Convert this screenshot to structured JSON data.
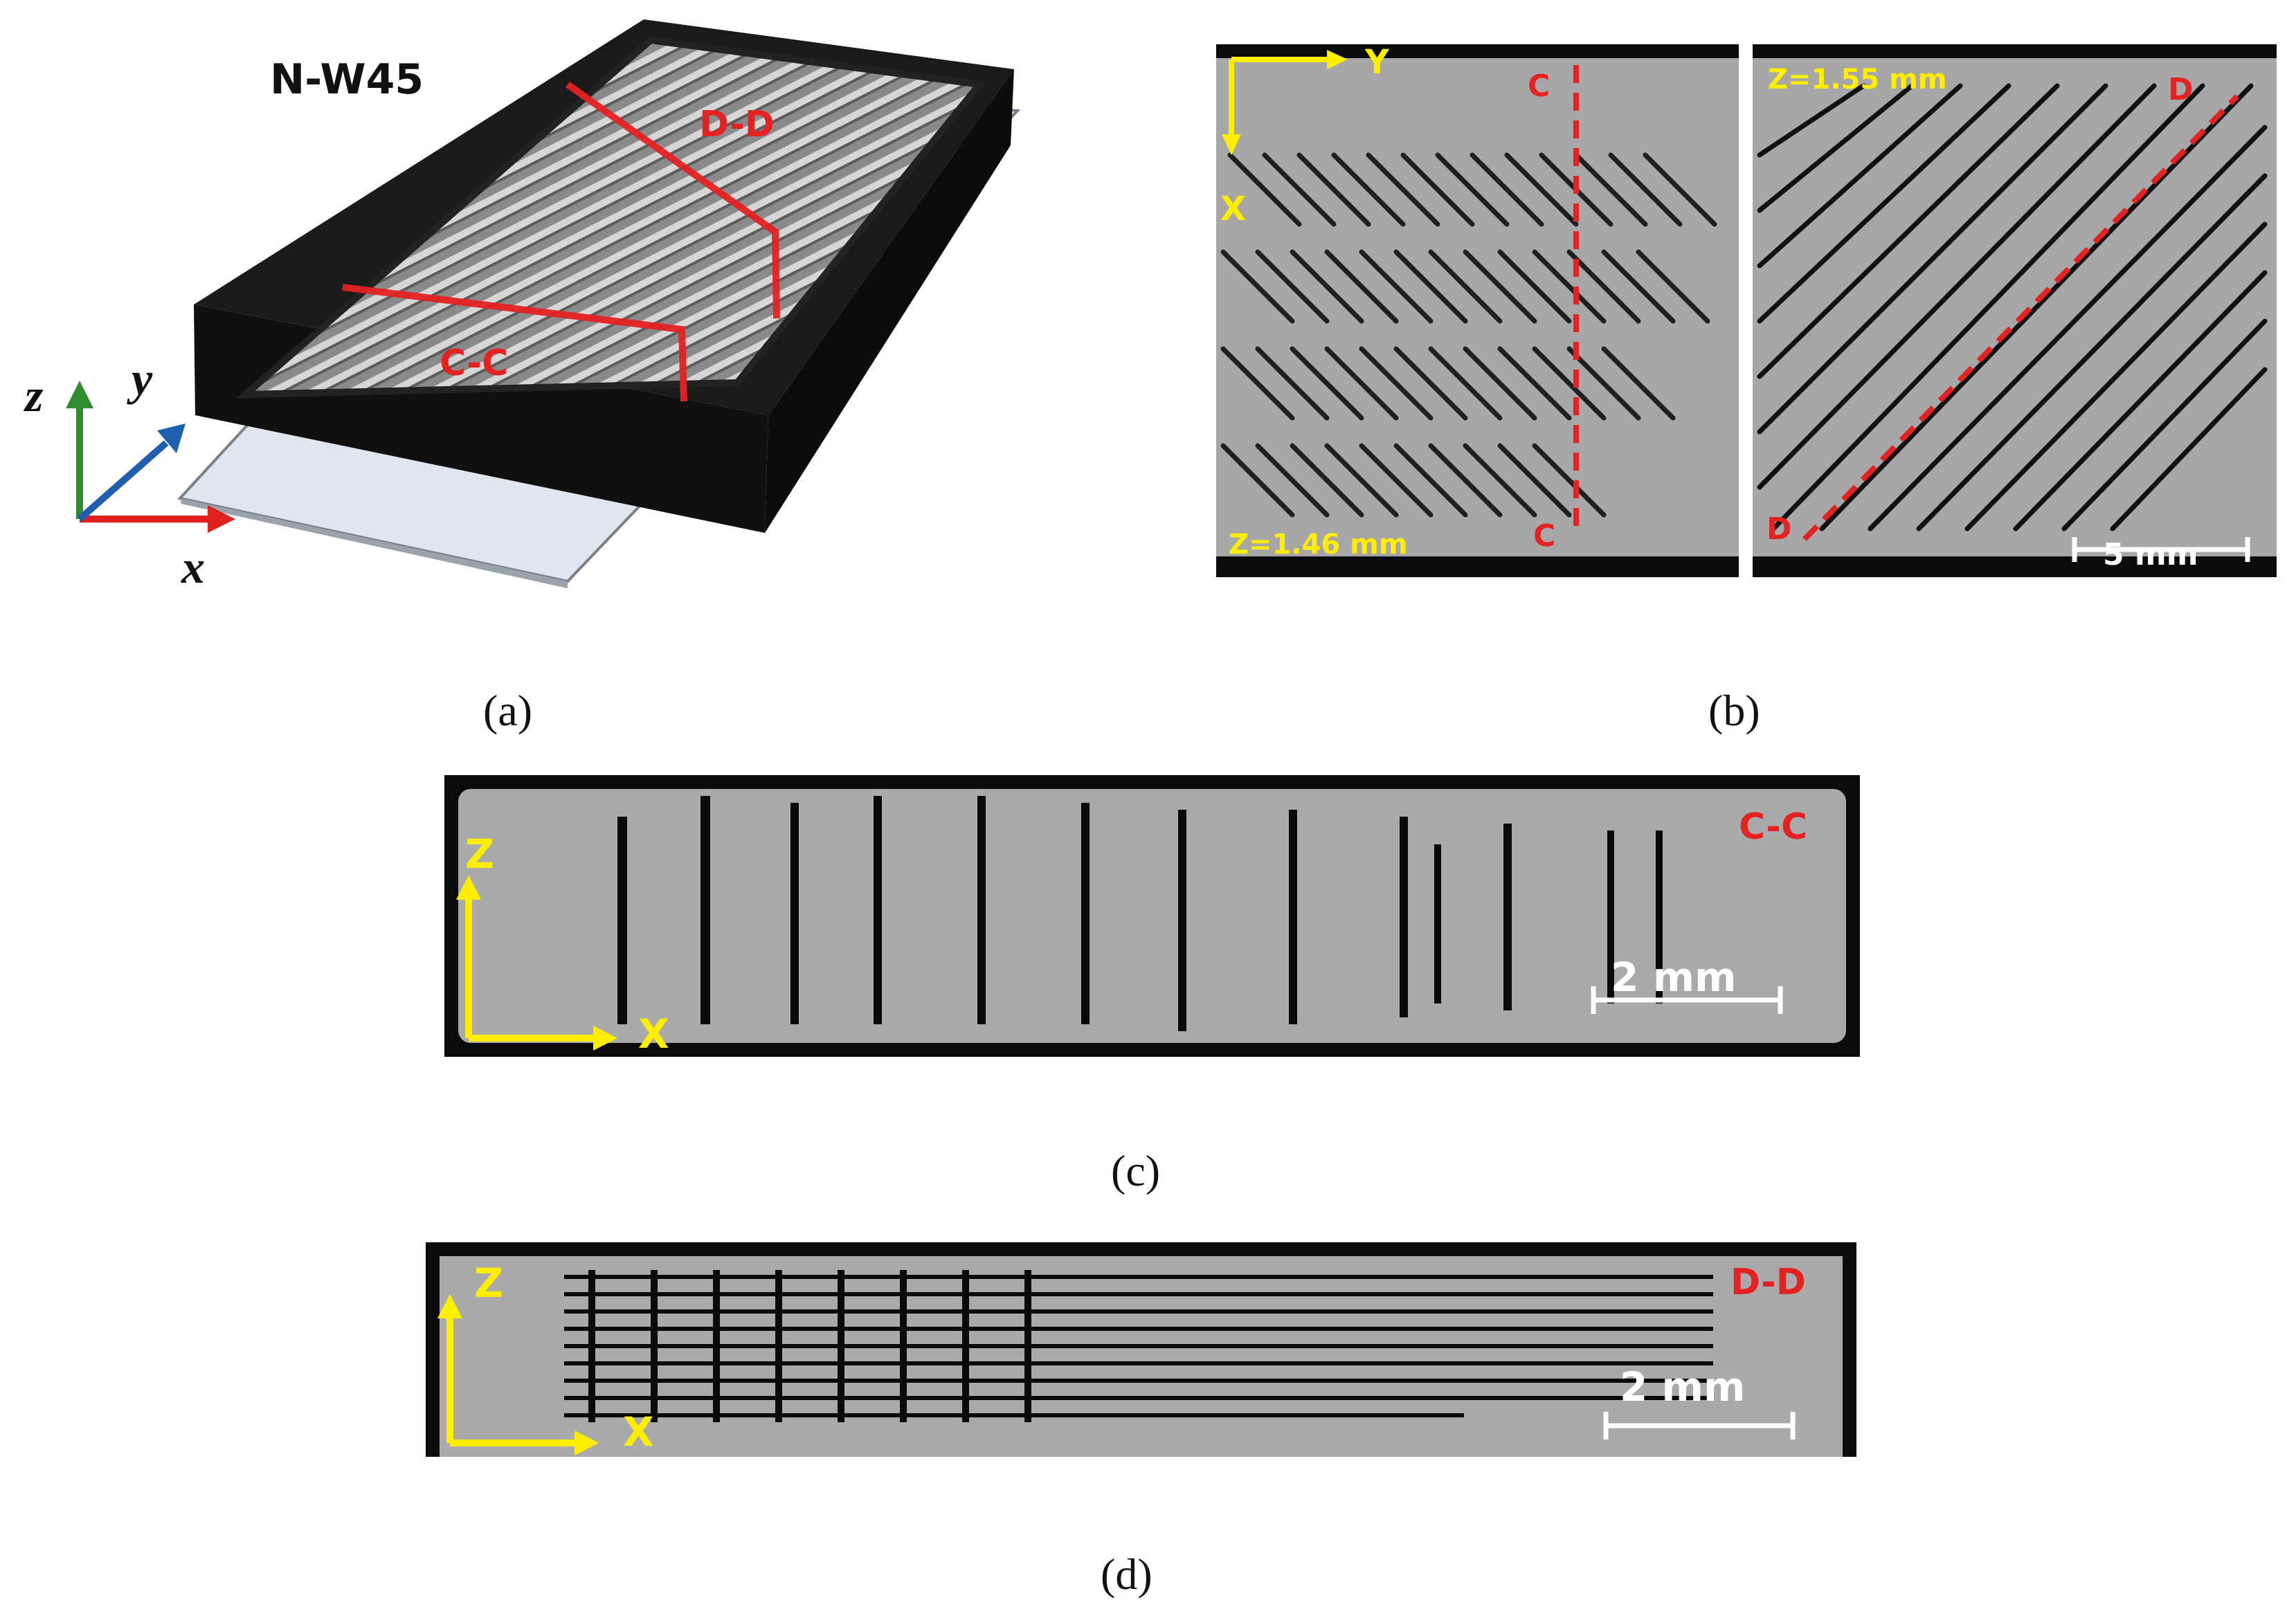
{
  "panel_a": {
    "sample_label": "N-W45",
    "section_cc": "C-C",
    "section_dd": "D-D",
    "axis_x": "x",
    "axis_y": "y",
    "axis_z": "z"
  },
  "panel_b": {
    "left": {
      "axis_x": "X",
      "axis_y": "Y",
      "z_level": "Z=1.46 mm",
      "cut_top": "C",
      "cut_bottom": "C"
    },
    "right": {
      "z_level": "Z=1.55 mm",
      "cut_top": "D",
      "cut_bottom": "D",
      "scale": "5 mm"
    }
  },
  "panel_c": {
    "section": "C-C",
    "axis_x": "X",
    "axis_z": "Z",
    "scale": "2 mm"
  },
  "panel_d": {
    "section": "D-D",
    "axis_x": "X",
    "axis_z": "Z",
    "scale": "2 mm"
  },
  "captions": {
    "a": "(a)",
    "b": "(b)",
    "c": "(c)",
    "d": "(d)"
  },
  "colors": {
    "section_red": "#e52222",
    "axis_yellow": "#ffee00",
    "axis_x_red": "#e0201c",
    "axis_y_blue": "#1f5fb0",
    "axis_z_green": "#2e8b2e"
  }
}
